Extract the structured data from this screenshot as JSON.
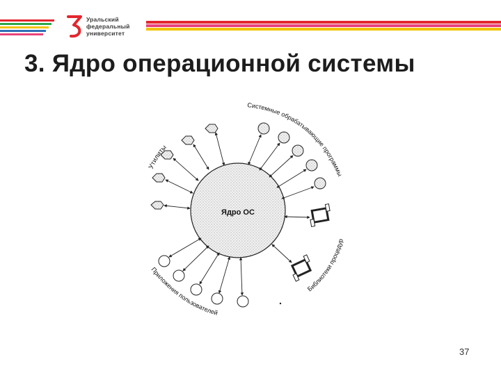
{
  "slide": {
    "logo_lines": [
      "Уральский",
      "федеральный",
      "университет"
    ],
    "title": "3. Ядро операционной системы",
    "page_number": "37"
  },
  "diagram": {
    "core_label": "Ядро ОС",
    "group_labels": {
      "utilities": "Утилиты",
      "system_processors": "Системные обрабатывающие программы",
      "libraries": "Библиотеки процедур",
      "applications": "Приложения пользователей"
    }
  },
  "colors": {
    "accent_red": "#e3262e",
    "stripe_green": "#2aa84a",
    "stripe_yellow": "#f2c200",
    "stripe_blue": "#2e6fb7",
    "stripe_pink": "#e8427c",
    "logo_grey": "#3a3a3a"
  }
}
